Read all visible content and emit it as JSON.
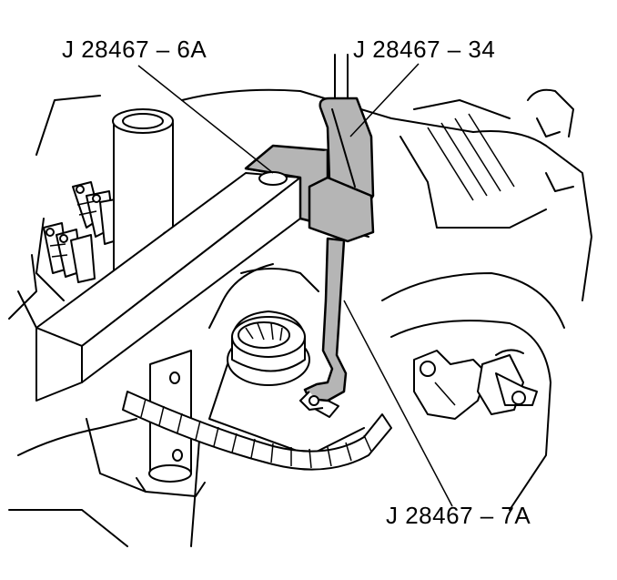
{
  "labels": {
    "tool_6a": "J 28467 – 6A",
    "tool_34": "J 28467 – 34",
    "tool_7a": "J 28467 – 7A"
  },
  "icons": {
    "illustration": "engine-support-fixture-illustration"
  },
  "colors": {
    "line": "#000000",
    "tool_fill": "#b5b5b5",
    "background": "#ffffff"
  }
}
